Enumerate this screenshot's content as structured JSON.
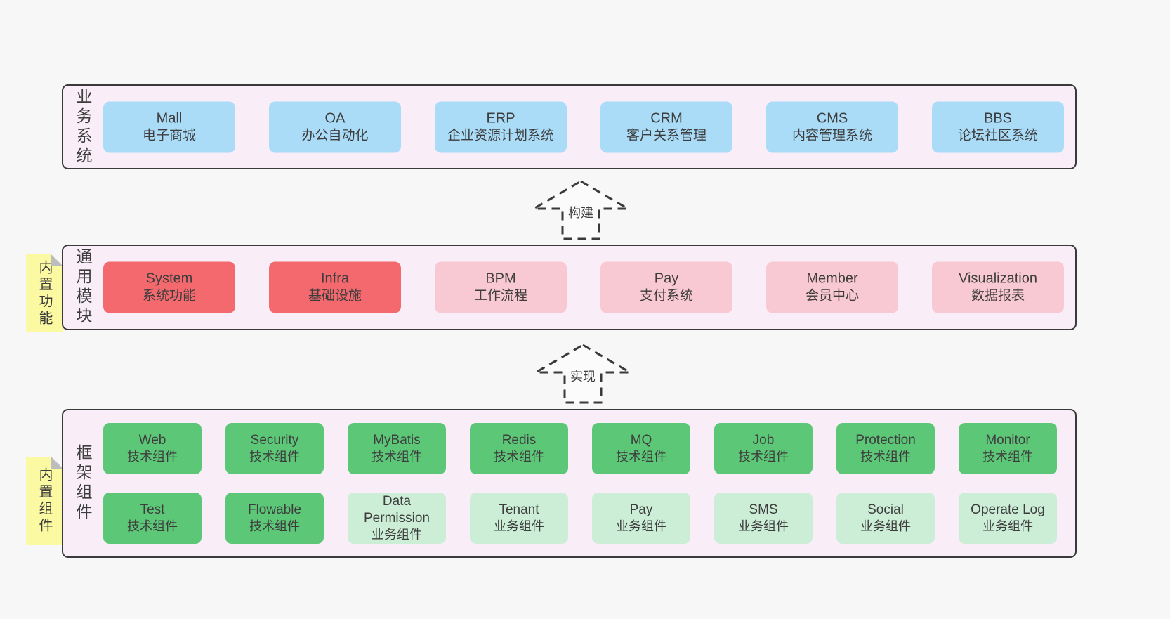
{
  "sections": {
    "business": {
      "row_label": "业务系统",
      "boxes": [
        {
          "name": "Mall",
          "desc": "电子商城"
        },
        {
          "name": "OA",
          "desc": "办公自动化"
        },
        {
          "name": "ERP",
          "desc": "企业资源计划系统"
        },
        {
          "name": "CRM",
          "desc": "客户关系管理"
        },
        {
          "name": "CMS",
          "desc": "内容管理系统"
        },
        {
          "name": "BBS",
          "desc": "论坛社区系统"
        }
      ]
    },
    "modules": {
      "tab_label": "内置功能",
      "row_label": "通用模块",
      "boxes": [
        {
          "name": "System",
          "desc": "系统功能",
          "variant": "red"
        },
        {
          "name": "Infra",
          "desc": "基础设施",
          "variant": "red"
        },
        {
          "name": "BPM",
          "desc": "工作流程",
          "variant": "pink"
        },
        {
          "name": "Pay",
          "desc": "支付系统",
          "variant": "pink"
        },
        {
          "name": "Member",
          "desc": "会员中心",
          "variant": "pink"
        },
        {
          "name": "Visualization",
          "desc": "数据报表",
          "variant": "pink"
        }
      ]
    },
    "components": {
      "tab_label": "内置组件",
      "row_label": "框架组件",
      "rows": [
        [
          {
            "name": "Web",
            "desc": "技术组件",
            "variant": "green"
          },
          {
            "name": "Security",
            "desc": "技术组件",
            "variant": "green"
          },
          {
            "name": "MyBatis",
            "desc": "技术组件",
            "variant": "green"
          },
          {
            "name": "Redis",
            "desc": "技术组件",
            "variant": "green"
          },
          {
            "name": "MQ",
            "desc": "技术组件",
            "variant": "green"
          },
          {
            "name": "Job",
            "desc": "技术组件",
            "variant": "green"
          },
          {
            "name": "Protection",
            "desc": "技术组件",
            "variant": "green"
          },
          {
            "name": "Monitor",
            "desc": "技术组件",
            "variant": "green"
          }
        ],
        [
          {
            "name": "Test",
            "desc": "技术组件",
            "variant": "green"
          },
          {
            "name": "Flowable",
            "desc": "技术组件",
            "variant": "green"
          },
          {
            "name": "Data Permission",
            "desc": "业务组件",
            "variant": "light-green"
          },
          {
            "name": "Tenant",
            "desc": "业务组件",
            "variant": "light-green"
          },
          {
            "name": "Pay",
            "desc": "业务组件",
            "variant": "light-green"
          },
          {
            "name": "SMS",
            "desc": "业务组件",
            "variant": "light-green"
          },
          {
            "name": "Social",
            "desc": "业务组件",
            "variant": "light-green"
          },
          {
            "name": "Operate Log",
            "desc": "业务组件",
            "variant": "light-green"
          }
        ]
      ]
    }
  },
  "arrows": {
    "build": "构建",
    "implement": "实现"
  },
  "colors": {
    "page_bg": "#f7f7f7",
    "panel_bg": "#f9edf7",
    "panel_border": "#3a3a3a",
    "blue": "#aadcf8",
    "red": "#f4696e",
    "pink": "#f9c9d3",
    "green": "#5dc778",
    "light_green": "#cceed6",
    "tab_yellow": "#fbf9a2",
    "fold_gray": "#bdbdbd",
    "text": "#3d3d3d"
  }
}
